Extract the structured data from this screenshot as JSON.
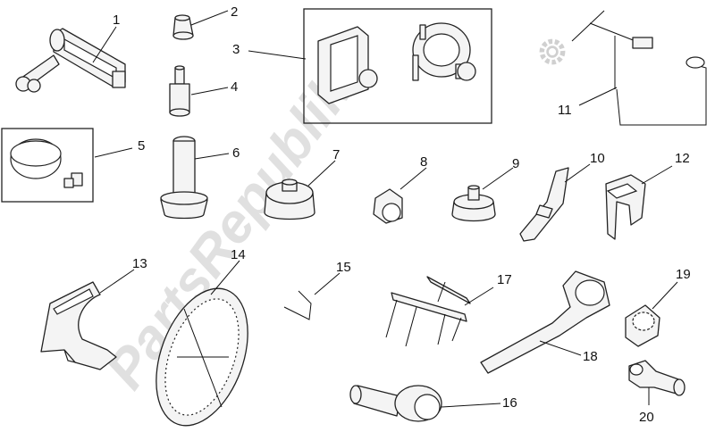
{
  "watermark": {
    "text": "PartsRepublik"
  },
  "callouts": [
    {
      "id": "1",
      "label": "1"
    },
    {
      "id": "2",
      "label": "2"
    },
    {
      "id": "3",
      "label": "3"
    },
    {
      "id": "4",
      "label": "4"
    },
    {
      "id": "5",
      "label": "5"
    },
    {
      "id": "6",
      "label": "6"
    },
    {
      "id": "7",
      "label": "7"
    },
    {
      "id": "8",
      "label": "8"
    },
    {
      "id": "9",
      "label": "9"
    },
    {
      "id": "10",
      "label": "10"
    },
    {
      "id": "11",
      "label": "11"
    },
    {
      "id": "12",
      "label": "12"
    },
    {
      "id": "13",
      "label": "13"
    },
    {
      "id": "14",
      "label": "14"
    },
    {
      "id": "15",
      "label": "15"
    },
    {
      "id": "16",
      "label": "16"
    },
    {
      "id": "17",
      "label": "17"
    },
    {
      "id": "18",
      "label": "18"
    },
    {
      "id": "19",
      "label": "19"
    },
    {
      "id": "20",
      "label": "20"
    }
  ]
}
